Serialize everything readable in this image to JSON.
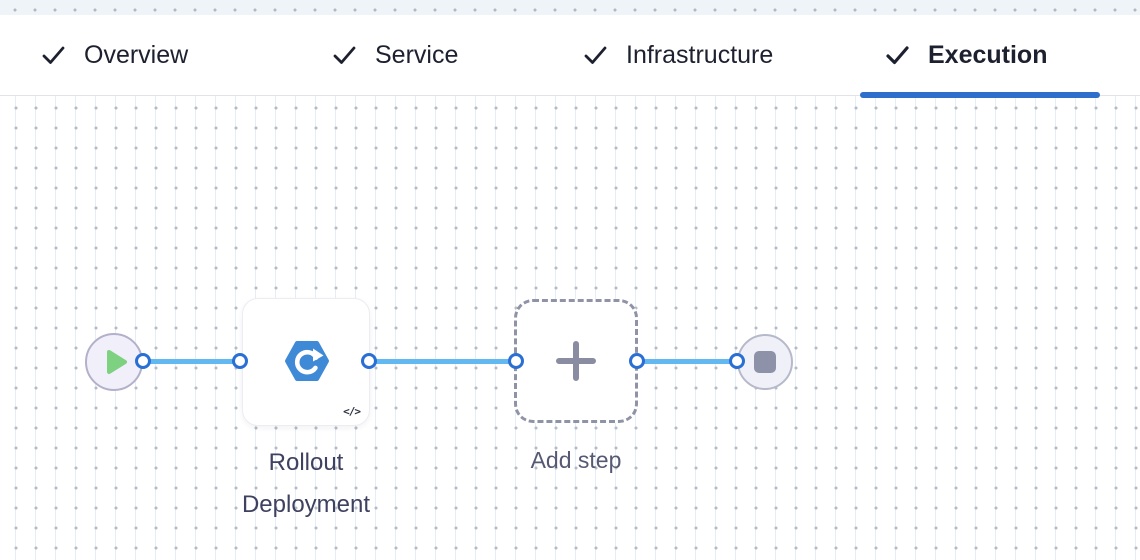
{
  "header": {
    "tabs": [
      {
        "label": "Overview",
        "completed": true,
        "active": false
      },
      {
        "label": "Service",
        "completed": true,
        "active": false
      },
      {
        "label": "Infrastructure",
        "completed": true,
        "active": false
      },
      {
        "label": "Execution",
        "completed": true,
        "active": true
      }
    ]
  },
  "pipeline": {
    "start_node": {
      "type": "start",
      "icon": "play-icon"
    },
    "step": {
      "label": "Rollout Deployment",
      "icon": "k8s-rollout-icon",
      "badge_glyph": "</>"
    },
    "add_step": {
      "label": "Add step",
      "icon": "plus-icon"
    },
    "end_node": {
      "type": "stop",
      "icon": "stop-icon"
    }
  },
  "colors": {
    "accent_blue": "#2e6fcb",
    "edge_blue": "#62b9f1",
    "port_border_blue": "#2a6fd4",
    "k8s_icon_blue": "#3f8ad6",
    "play_green": "#7ed181",
    "stop_gray": "#8e92a8",
    "grid_dot": "#b5bbc5",
    "tab_text": "#1d202e"
  }
}
